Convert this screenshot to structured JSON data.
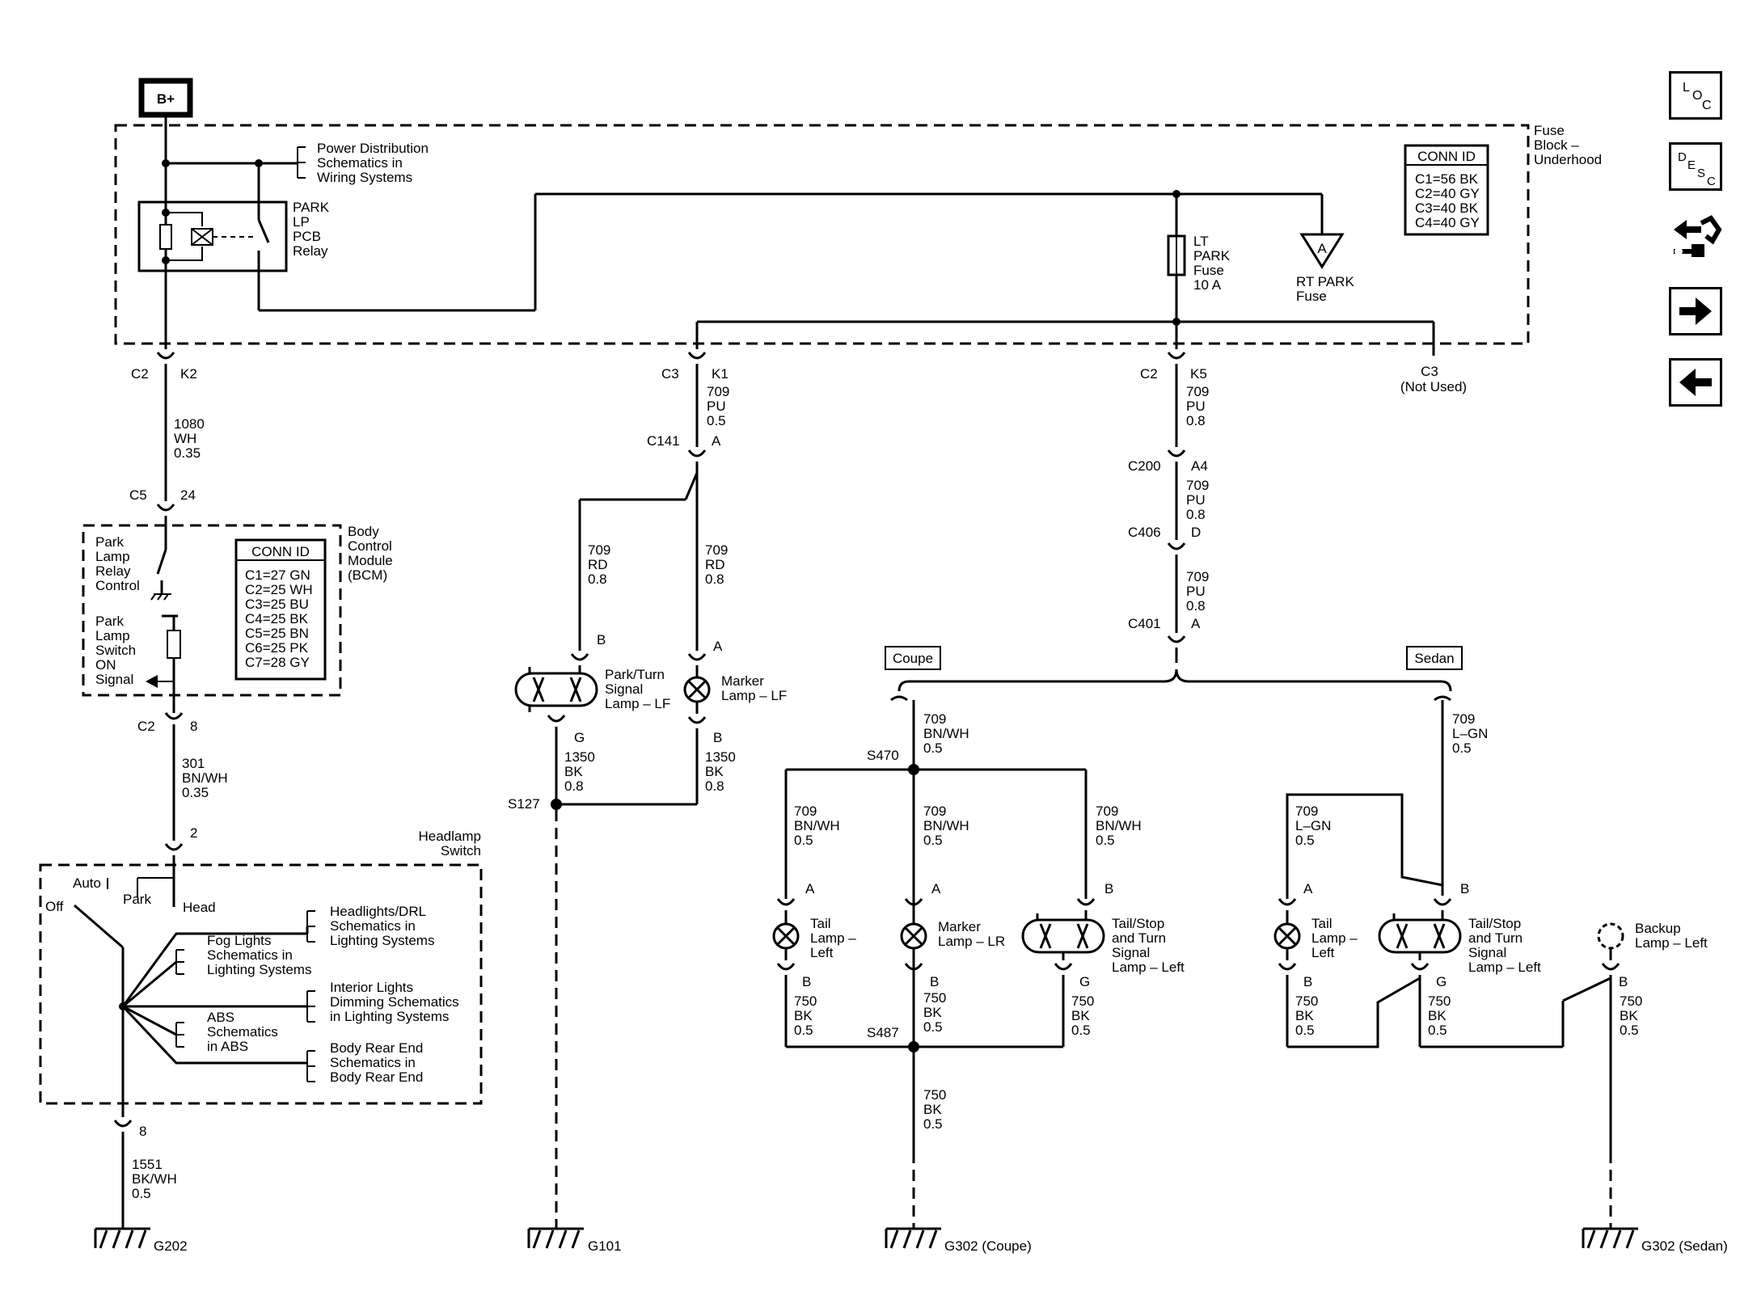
{
  "power": {
    "source": "B+"
  },
  "fuse_block": {
    "title": [
      "Fuse",
      "Block –",
      "Underhood"
    ],
    "conn_id_title": "CONN ID",
    "conn_ids": [
      "C1=56 BK",
      "C2=40 GY",
      "C3=40 BK",
      "C4=40 GY"
    ],
    "power_dist": [
      "Power Distribution",
      "Schematics in",
      "Wiring Systems"
    ],
    "relay": [
      "PARK",
      "LP",
      "PCB",
      "Relay"
    ],
    "lt_park_fuse": [
      "LT",
      "PARK",
      "Fuse",
      "10 A"
    ],
    "rt_park_fuse": [
      "RT PARK",
      "Fuse"
    ],
    "rt_park_ref": "A"
  },
  "bcm": {
    "title": [
      "Body",
      "Control",
      "Module",
      "(BCM)"
    ],
    "conn_id_title": "CONN ID",
    "conn_ids": [
      "C1=27 GN",
      "C2=25 WH",
      "C3=25 BU",
      "C4=25 BK",
      "C5=25 BN",
      "C6=25 PK",
      "C7=28 GY"
    ],
    "relay_control": [
      "Park",
      "Lamp",
      "Relay",
      "Control"
    ],
    "switch_signal": [
      "Park",
      "Lamp",
      "Switch",
      "ON",
      "Signal"
    ]
  },
  "headlamp_switch": {
    "title": [
      "Headlamp",
      "Switch"
    ],
    "auto": "Auto",
    "off": "Off",
    "park": "Park",
    "head": "Head",
    "refs": [
      [
        "Headlights/DRL",
        "Schematics in",
        "Lighting Systems"
      ],
      [
        "Fog Lights",
        "Schematics in",
        "Lighting Systems"
      ],
      [
        "Interior Lights",
        "Dimming Schematics",
        "in Lighting Systems"
      ],
      [
        "ABS",
        "Schematics",
        "in ABS"
      ],
      [
        "Body Rear End",
        "Schematics in",
        "Body Rear End"
      ]
    ]
  },
  "connectors": {
    "c2_k2": [
      "C2",
      "K2"
    ],
    "c5_24": [
      "C5",
      "24"
    ],
    "c2_8": [
      "C2",
      "8"
    ],
    "pin_2": "2",
    "pin_8": "8",
    "c3_k1": [
      "C3",
      "K1"
    ],
    "c141_a": [
      "C141",
      "A"
    ],
    "c2_k5": [
      "C2",
      "K5"
    ],
    "c3_not_used": [
      "C3",
      "(Not Used)"
    ],
    "c200_a4": [
      "C200",
      "A4"
    ],
    "c406_d": [
      "C406",
      "D"
    ],
    "c401_a": [
      "C401",
      "A"
    ]
  },
  "wires": {
    "w1080": [
      "1080",
      "WH",
      "0.35"
    ],
    "w301": [
      "301",
      "BN/WH",
      "0.35"
    ],
    "w1551": [
      "1551",
      "BK/WH",
      "0.5"
    ],
    "w709_pu_05": [
      "709",
      "PU",
      "0.5"
    ],
    "w709_rd_a": [
      "709",
      "RD",
      "0.8"
    ],
    "w709_rd_b": [
      "709",
      "RD",
      "0.8"
    ],
    "w1350_a": [
      "1350",
      "BK",
      "0.8"
    ],
    "w1350_b": [
      "1350",
      "BK",
      "0.8"
    ],
    "w709_pu_1": [
      "709",
      "PU",
      "0.8"
    ],
    "w709_pu_2": [
      "709",
      "PU",
      "0.8"
    ],
    "w709_pu_3": [
      "709",
      "PU",
      "0.8"
    ],
    "coupe_main": [
      "709",
      "BN/WH",
      "0.5"
    ],
    "coupe_1": [
      "709",
      "BN/WH",
      "0.5"
    ],
    "coupe_2": [
      "709",
      "BN/WH",
      "0.5"
    ],
    "coupe_3": [
      "709",
      "BN/WH",
      "0.5"
    ],
    "sedan_main": [
      "709",
      "L–GN",
      "0.5"
    ],
    "sedan_1": [
      "709",
      "L–GN",
      "0.5"
    ],
    "gnd_c1": [
      "750",
      "BK",
      "0.5"
    ],
    "gnd_c2": [
      "750",
      "BK",
      "0.5"
    ],
    "gnd_c3": [
      "750",
      "BK",
      "0.5"
    ],
    "gnd_c4": [
      "750",
      "BK",
      "0.5"
    ],
    "gnd_s1": [
      "750",
      "BK",
      "0.5"
    ],
    "gnd_s2": [
      "750",
      "BK",
      "0.5"
    ],
    "gnd_s3": [
      "750",
      "BK",
      "0.5"
    ]
  },
  "lamps": {
    "park_turn_lf": [
      "Park/Turn",
      "Signal",
      "Lamp – LF"
    ],
    "marker_lf": [
      "Marker",
      "Lamp – LF"
    ],
    "tail_left_coupe": [
      "Tail",
      "Lamp –",
      "Left"
    ],
    "marker_lr": [
      "Marker",
      "Lamp – LR"
    ],
    "tail_stop_coupe": [
      "Tail/Stop",
      "and Turn",
      "Signal",
      "Lamp – Left"
    ],
    "tail_left_sedan": [
      "Tail",
      "Lamp –",
      "Left"
    ],
    "tail_stop_sedan": [
      "Tail/Stop",
      "and Turn",
      "Signal",
      "Lamp – Left"
    ],
    "backup_left": [
      "Backup",
      "Lamp – Left"
    ]
  },
  "pins": {
    "a": "A",
    "b": "B",
    "g": "G"
  },
  "splices": {
    "s127": "S127",
    "s470": "S470",
    "s487": "S487"
  },
  "variants": {
    "coupe": "Coupe",
    "sedan": "Sedan"
  },
  "grounds": {
    "g202": "G202",
    "g101": "G101",
    "g302_coupe": "G302 (Coupe)",
    "g302_sedan": "G302 (Sedan)"
  },
  "nav": {
    "loc": [
      "L",
      "O",
      "C"
    ],
    "desc": [
      "D",
      "E",
      "S",
      "C"
    ],
    "buttons": [
      "loc-button",
      "desc-button",
      "connector-button",
      "next-arrow-button",
      "prev-arrow-button"
    ]
  }
}
